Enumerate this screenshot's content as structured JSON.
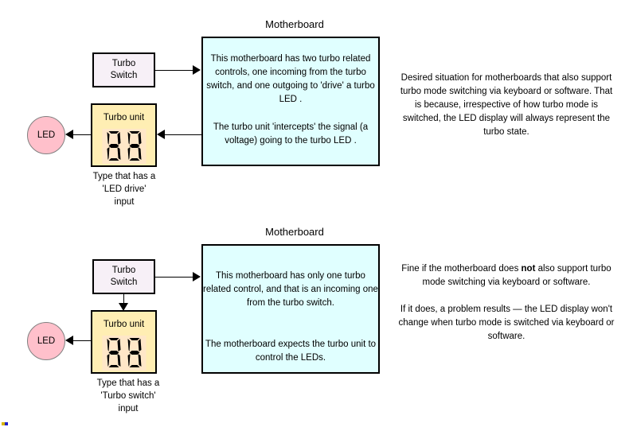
{
  "diagram": {
    "title_top": "Motherboard",
    "title_bottom": "Motherboard",
    "sections": [
      {
        "id": "top",
        "motherboard_title": "Motherboard",
        "motherboard_text_1": "This motherboard has two turbo related controls, one incoming from the turbo switch, and one outgoing to 'drive' a turbo LED .",
        "motherboard_text_2": "The turbo unit 'intercepts' the signal (a voltage) going to the turbo LED .",
        "switch_label": "Turbo\nSwitch",
        "unit_label": "Turbo unit",
        "unit_display_value": "88",
        "led_label": "LED",
        "caption": "Type that has a\n'LED drive'\ninput",
        "side_note_1": "Desired situation for motherboards that also support turbo mode switching via keyboard or software. That is because, irrespective of how turbo mode is switched, the LED display will always represent the turbo state.",
        "side_note_2": ""
      },
      {
        "id": "bottom",
        "motherboard_title": "Motherboard",
        "motherboard_text_1": "This motherboard has only one turbo related control, and that is an incoming one from the turbo switch.",
        "motherboard_text_2": "The motherboard expects the turbo unit to control the LEDs.",
        "switch_label": "Turbo\nSwitch",
        "unit_label": "Turbo unit",
        "unit_display_value": "88",
        "led_label": "LED",
        "caption": "Type that has a\n'Turbo switch'\ninput",
        "side_note_1_a": "Fine if the motherboard does ",
        "side_note_1_bold": "not",
        "side_note_1_b": " also support turbo mode switching via keyboard or software.",
        "side_note_2": "If it does, a problem results — the LED display won't change when turbo mode is switched via keyboard or software."
      }
    ]
  },
  "colors": {
    "motherboard_fill": "#e0ffff",
    "switch_fill": "#f7f0f7",
    "turbo_unit_fill": "#ffeeb3",
    "led_fill": "#ffc0cb",
    "display_fill": "#ffe7c8",
    "segment_on": "#000000",
    "stroke": "#000000",
    "background": "#ffffff"
  },
  "segments": {
    "digit_8": [
      "a",
      "b",
      "c",
      "d",
      "e",
      "f",
      "g"
    ]
  }
}
